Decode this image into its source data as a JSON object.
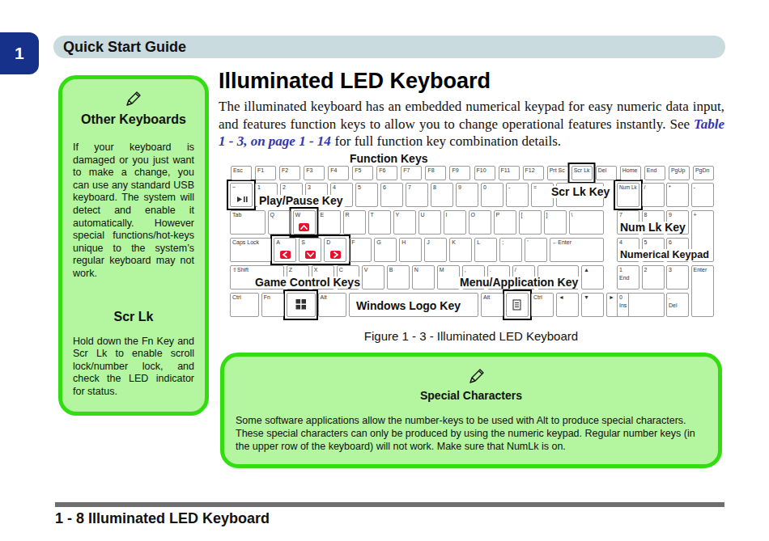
{
  "diagram": {
    "title": "Illuminated LED Keyboard",
    "caption": "Figure 1 - 3 - Illuminated LED Keyboard",
    "nodes": [
      {
        "text": [
          "Other Keyboards",
          "If your keyboard is damaged or you just want to make a change, you can use any standard USB keyboard. The system will detect and enable it automatically. However special functions/hot-keys unique to the system’s regular keyboard may not work.",
          "Scr Lk",
          "Hold down the Fn Key and Scr Lk to enable scroll lock/number lock, and check the LED indicator for status."
        ]
      },
      {
        "text": [
          "Esc"
        ]
      },
      {
        "text": [
          "F1"
        ]
      },
      {
        "text": [
          "F2"
        ]
      },
      {
        "text": [
          "F3"
        ]
      },
      {
        "text": [
          "F4"
        ]
      },
      {
        "text": [
          "F5"
        ]
      },
      {
        "text": [
          "F6"
        ]
      },
      {
        "text": [
          "F7"
        ]
      },
      {
        "text": [
          "F8"
        ]
      },
      {
        "text": [
          "F9"
        ]
      },
      {
        "text": [
          "F10"
        ]
      },
      {
        "text": [
          "F11"
        ]
      },
      {
        "text": [
          "F12"
        ]
      },
      {
        "text": [
          "Prt Sc"
        ]
      },
      {
        "text": [
          "Scr Lk"
        ]
      },
      {
        "text": [
          "Del"
        ]
      },
      {
        "text": [
          "Home"
        ]
      },
      {
        "text": [
          "End"
        ]
      },
      {
        "text": [
          "PgUp"
        ]
      },
      {
        "text": [
          "PgDn"
        ]
      },
      {
        "text": [
          "~"
        ]
      },
      {
        "text": [
          "1"
        ]
      },
      {
        "text": [
          "2"
        ]
      },
      {
        "text": [
          "3"
        ]
      },
      {
        "text": [
          "4"
        ]
      },
      {
        "text": [
          "5"
        ]
      },
      {
        "text": [
          "6"
        ]
      },
      {
        "text": [
          "7"
        ]
      },
      {
        "text": [
          "8"
        ]
      },
      {
        "text": [
          "9"
        ]
      },
      {
        "text": [
          "0"
        ]
      },
      {
        "text": [
          "-"
        ]
      },
      {
        "text": [
          "="
        ]
      },
      {
        "text": [
          "Num Lk"
        ]
      },
      {
        "text": [
          "/"
        ]
      },
      {
        "text": [
          "*"
        ]
      },
      {
        "text": [
          "-"
        ]
      },
      {
        "text": [
          "Tab"
        ]
      },
      {
        "text": [
          "Q"
        ]
      },
      {
        "text": [
          "W"
        ]
      },
      {
        "text": [
          "E"
        ]
      },
      {
        "text": [
          "R"
        ]
      },
      {
        "text": [
          "T"
        ]
      },
      {
        "text": [
          "Y"
        ]
      },
      {
        "text": [
          "U"
        ]
      },
      {
        "text": [
          "I"
        ]
      },
      {
        "text": [
          "O"
        ]
      },
      {
        "text": [
          "P"
        ]
      },
      {
        "text": [
          "["
        ]
      },
      {
        "text": [
          "]"
        ]
      },
      {
        "text": [
          "\\"
        ]
      },
      {
        "text": [
          "7"
        ]
      },
      {
        "text": [
          "8"
        ]
      },
      {
        "text": [
          "9"
        ]
      },
      {
        "text": [
          "+"
        ]
      },
      {
        "text": [
          "Caps Lock"
        ]
      },
      {
        "text": [
          "A"
        ]
      },
      {
        "text": [
          "S"
        ]
      },
      {
        "text": [
          "D"
        ]
      },
      {
        "text": [
          "F"
        ]
      },
      {
        "text": [
          "G"
        ]
      },
      {
        "text": [
          "H"
        ]
      },
      {
        "text": [
          "J"
        ]
      },
      {
        "text": [
          "K"
        ]
      },
      {
        "text": [
          "L"
        ]
      },
      {
        "text": [
          ";"
        ]
      },
      {
        "text": [
          "'"
        ]
      },
      {
        "text": [
          "←Enter"
        ]
      },
      {
        "text": [
          "4"
        ]
      },
      {
        "text": [
          "5"
        ]
      },
      {
        "text": [
          "6"
        ]
      },
      {
        "text": [
          "⇧Shift"
        ]
      },
      {
        "text": [
          "Z"
        ]
      },
      {
        "text": [
          "X"
        ]
      },
      {
        "text": [
          "C"
        ]
      },
      {
        "text": [
          "V"
        ]
      },
      {
        "text": [
          "B"
        ]
      },
      {
        "text": [
          "N"
        ]
      },
      {
        "text": [
          "M"
        ]
      },
      {
        "text": [
          ","
        ]
      },
      {
        "text": [
          "."
        ]
      },
      {
        "text": [
          "/"
        ]
      },
      {
        "text": [
          "▲"
        ]
      },
      {
        "text": [
          "1",
          "End"
        ]
      },
      {
        "text": [
          "2"
        ]
      },
      {
        "text": [
          "3"
        ]
      },
      {
        "text": [
          "Enter"
        ]
      },
      {
        "text": [
          "Ctrl"
        ]
      },
      {
        "text": [
          "Fn"
        ]
      },
      {
        "text": [
          "Alt"
        ]
      },
      {
        "text": [
          "Alt"
        ]
      },
      {
        "text": [
          "Ctrl"
        ]
      },
      {
        "text": [
          "◄"
        ]
      },
      {
        "text": [
          "▼"
        ]
      },
      {
        "text": [
          "►"
        ]
      },
      {
        "text": [
          "0",
          "Ins"
        ]
      },
      {
        "text": [
          ".",
          "Del"
        ]
      },
      {
        "text": [
          "Special Characters",
          "Some software applications allow the number-keys to be used with Alt to produce special characters. These special characters can only be produced by using the numeric keypad. Regular number keys (in the upper row of the keyboard) will not work. Make sure that NumLk is on."
        ]
      }
    ],
    "labels": [
      "1",
      "Quick Start Guide",
      "The illuminated keyboard has an embedded numerical keypad for easy numeric data input, and features function keys to allow you to change operational features instantly. See",
      "Table 1 - 3, on page 1 - 14",
      "for full function key combination details.",
      "Function Keys",
      "Play/Pause Key",
      "Scr Lk Key",
      "Num Lk Key",
      "Numerical Keypad",
      "Game Control Keys",
      "Menu/Application Key",
      "Windows Logo Key",
      "1 - 8 Illuminated LED Keyboard"
    ]
  }
}
